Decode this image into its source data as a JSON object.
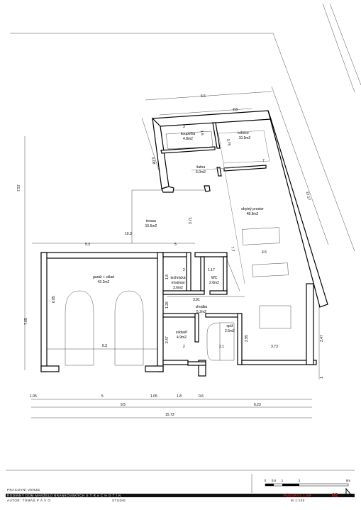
{
  "rooms": {
    "koupelna": {
      "name": "koupelna",
      "area": "4.8m2"
    },
    "loznice": {
      "name": "ložnice",
      "area": "10.5m2"
    },
    "satna": {
      "name": "šatna",
      "area": "6.0m2"
    },
    "terasa": {
      "name": "terasa",
      "area": "16.5m2"
    },
    "obytny": {
      "name": "obytný prostor",
      "area": "48.9m2"
    },
    "garaz": {
      "name": "garáž + sklad",
      "area": "43.2m2"
    },
    "technicka": {
      "name": "technická",
      "name2": "místnost",
      "area": "3.6m2"
    },
    "wc": {
      "name": "WC",
      "area": "2.6m2"
    },
    "chodba": {
      "name": "chodba",
      "area": "5.2m2"
    },
    "zadveri": {
      "name": "zádveří",
      "area": "4.9m2"
    },
    "spiz": {
      "name": "spíž",
      "area": "2.5m2"
    }
  },
  "dimensions": {
    "d_6_6": "6.6",
    "d_2_8": "2.8",
    "d_3": "3",
    "d_1_6": "1.6",
    "d_3_75": "3.75",
    "d_6_08": "6.08",
    "d_7": "7",
    "d_12_17": "12.17",
    "d_7_57": "7.57",
    "d_10_3": "10.3",
    "d_3_71": "3.71",
    "d_5_3": "5.3",
    "d_5": "5",
    "d_7_7": "7.7",
    "d_4_5": "4.5",
    "d_2": "2",
    "d_1_17": "1.17",
    "d_1_8": "1.8",
    "d_3_91": "3.91",
    "d_1_26": "1.26",
    "d_6_85": "6.85",
    "d_7_65": "7.65",
    "d_6_3": "6.3",
    "d_2_47": "2.47",
    "d_2_95": "2.95",
    "d_2_1": "2.1",
    "d_3_73": "3.73",
    "d_3_47": "3.47",
    "d_1": "1",
    "b_1_05a": "1.05",
    "b_5": "5",
    "b_1_05b": "1.05",
    "b_1_8": "1.8",
    "b_0_6": "0.6",
    "b_9_5": "9.5",
    "b_6_23": "6.23",
    "b_15_73": "15.73"
  },
  "scale_bar": {
    "labels": [
      "0",
      "0.5",
      "1",
      "2",
      "5m"
    ]
  },
  "title_block": {
    "line1": "PRACOVNÍ VERZE",
    "line2": "RODINNÝ DŮM MANŽELŮ BRANKOVSKÝCH    S T R A C H O T Í N",
    "line3": "AUTOR: TOMÁŠ   P Á V O",
    "line4": "STUDIE",
    "sheet_title": "PŮDORYS 1.NP",
    "sheet_scale": "M 1:100",
    "sheet_number": "02"
  }
}
